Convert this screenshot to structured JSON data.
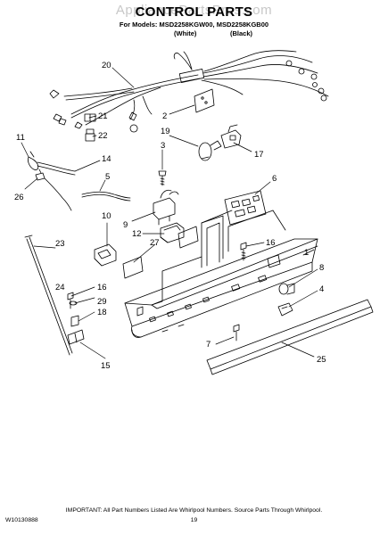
{
  "watermark": "AppliancePartsPros.com",
  "header": {
    "title": "CONTROL PARTS",
    "models": "For Models: MSD2258KGW00, MSD2258KGB00",
    "variant_white": "(White)",
    "variant_black": "(Black)"
  },
  "callouts": [
    "20",
    "21",
    "22",
    "2",
    "19",
    "3",
    "17",
    "11",
    "14",
    "5",
    "6",
    "26",
    "9",
    "10",
    "12",
    "16",
    "1",
    "27",
    "23",
    "8",
    "24",
    "16",
    "4",
    "29",
    "18",
    "7",
    "15",
    "25"
  ],
  "footer": {
    "note": "IMPORTANT: All Part Numbers Listed Are Whirlpool Numbers. Source Parts Through Whirlpool.",
    "doc_number": "W10130888",
    "page_number": "19"
  }
}
